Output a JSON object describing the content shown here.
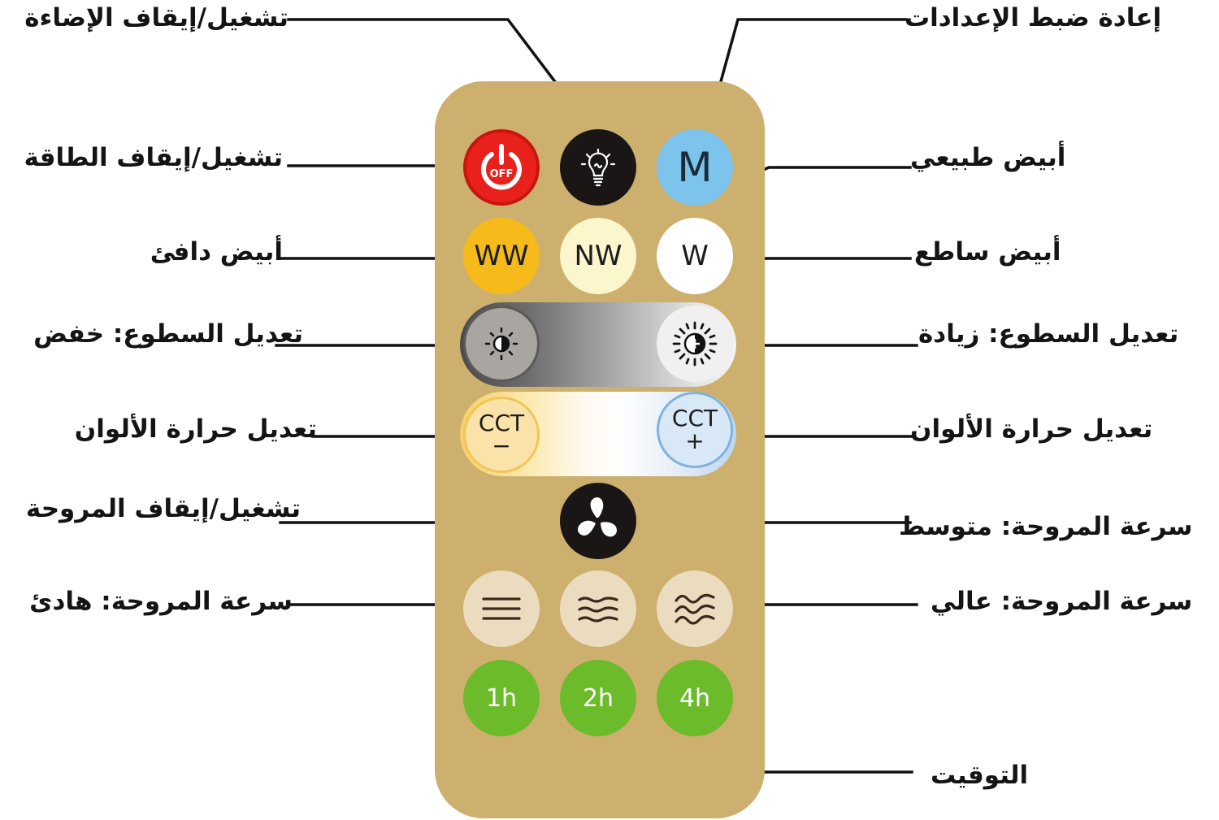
{
  "labels": {
    "light_toggle": "تشغيل/إيقاف الإضاءة",
    "reset_settings": "إعادة ضبط الإعدادات",
    "power_toggle": "تشغيل/إيقاف الطاقة",
    "natural_white": "أبيض طبيعي",
    "warm_white": "أبيض دافئ",
    "bright_white": "أبيض ساطع",
    "brightness_down": "تعديل السطوع: خفض",
    "brightness_up": "تعديل السطوع: زيادة",
    "cct_down": "تعديل حرارة الألوان",
    "cct_up": "تعديل حرارة الألوان",
    "fan_toggle": "تشغيل/إيقاف المروحة",
    "fan_medium": "سرعة المروحة: متوسط",
    "fan_quiet": "سرعة المروحة: هادئ",
    "fan_high": "سرعة المروحة: عالي",
    "timer": "التوقيت"
  },
  "buttons": {
    "off": "OFF",
    "mode": "M",
    "ww": "WW",
    "nw": "NW",
    "w": "W",
    "cct_minus_top": "CCT",
    "cct_minus_sign": "−",
    "cct_plus_top": "CCT",
    "cct_plus_sign": "+",
    "timer_1h": "1h",
    "timer_2h": "2h",
    "timer_4h": "4h"
  },
  "colors": {
    "remote_body": "#cdaf6e",
    "power_red": "#e8211d",
    "mode_blue": "#7cc4ec",
    "warm_yellow": "#f6bb1a",
    "natural_cream": "#fcf6cc",
    "fan_speed_beige": "#ecdcbf",
    "timer_green": "#6bbb2b",
    "dark_button": "#1b1616"
  }
}
